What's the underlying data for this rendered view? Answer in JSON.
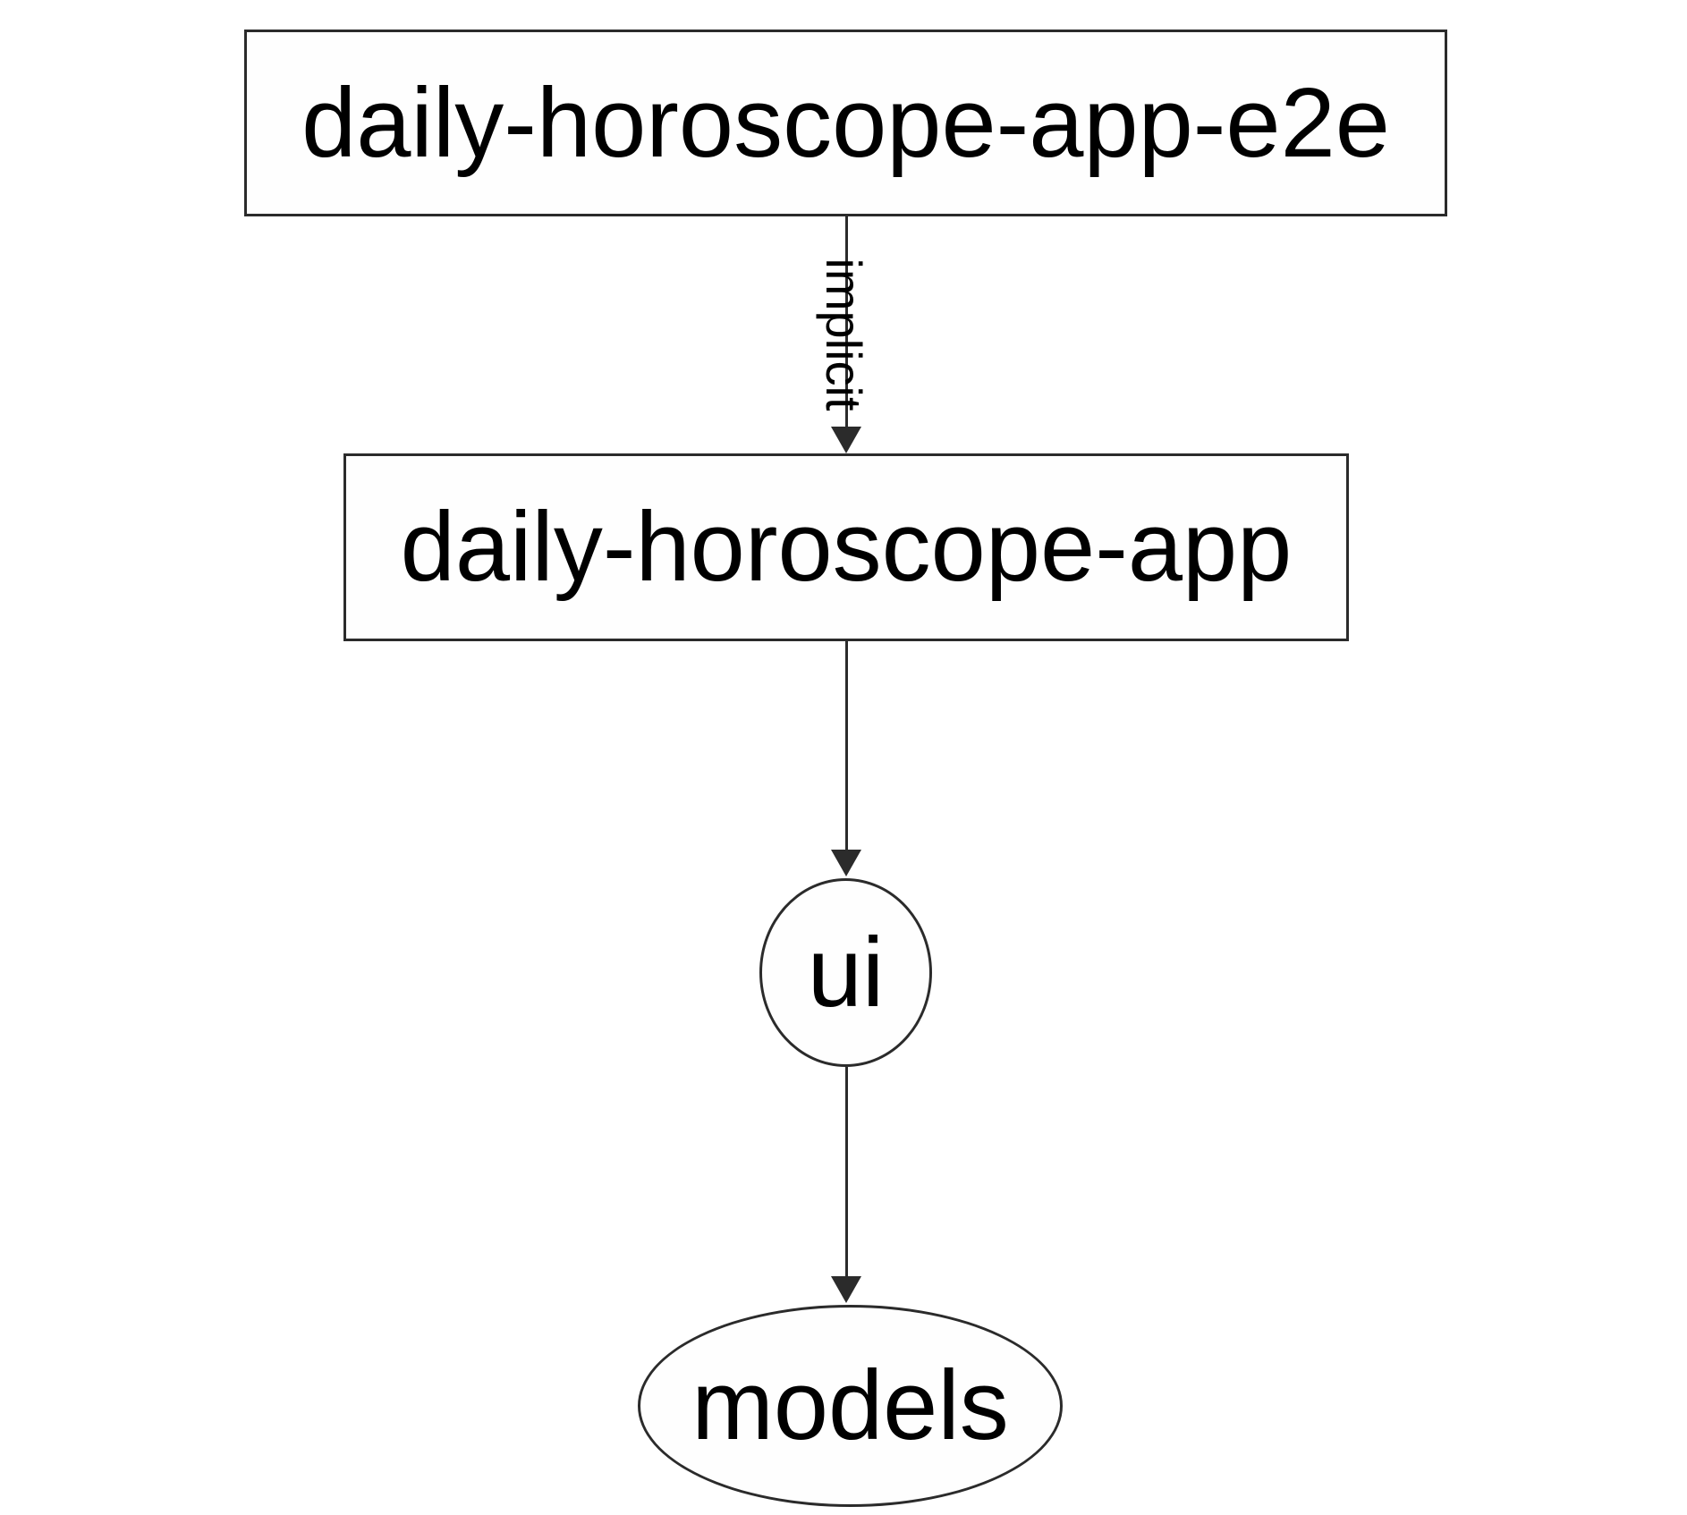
{
  "diagram": {
    "type": "dependency-graph",
    "background_color": "#ffffff",
    "stroke_color": "#2b2b2b",
    "text_color": "#000000",
    "nodes": [
      {
        "id": "daily-horoscope-app-e2e",
        "label": "daily-horoscope-app-e2e",
        "shape": "rectangle"
      },
      {
        "id": "daily-horoscope-app",
        "label": "daily-horoscope-app",
        "shape": "rectangle"
      },
      {
        "id": "ui",
        "label": "ui",
        "shape": "ellipse"
      },
      {
        "id": "models",
        "label": "models",
        "shape": "ellipse"
      }
    ],
    "edges": [
      {
        "from": "daily-horoscope-app-e2e",
        "to": "daily-horoscope-app",
        "label": "implicit"
      },
      {
        "from": "daily-horoscope-app",
        "to": "ui",
        "label": ""
      },
      {
        "from": "ui",
        "to": "models",
        "label": ""
      }
    ]
  }
}
